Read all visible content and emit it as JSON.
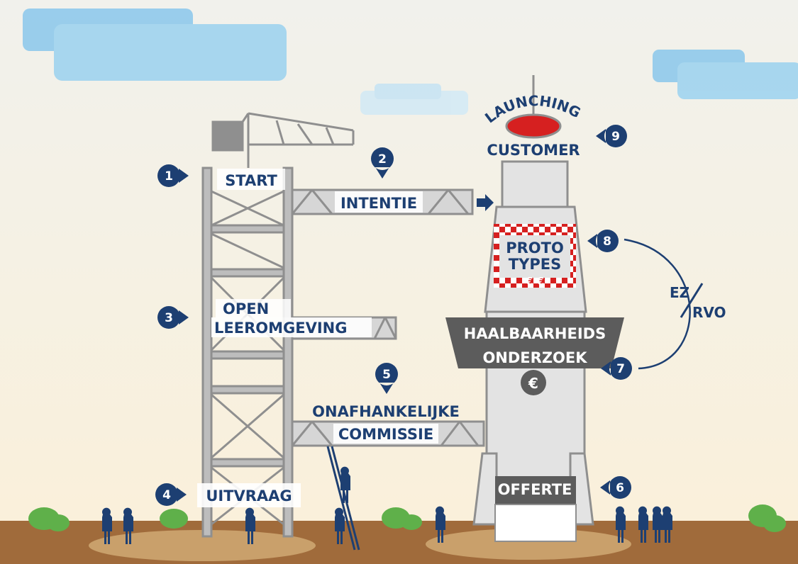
{
  "steps": [
    {
      "number": "1",
      "label": "START"
    },
    {
      "number": "2",
      "label": "INTENTIE"
    },
    {
      "number": "3",
      "label_line1": "OPEN",
      "label_line2": "LEEROMGEVING"
    },
    {
      "number": "4",
      "label": "UITVRAAG"
    },
    {
      "number": "5",
      "label_line1": "ONAFHANKELIJKE",
      "label_line2": "COMMISSIE"
    },
    {
      "number": "6",
      "label": "OFFERTE"
    },
    {
      "number": "7",
      "label_line1": "HAALBAARHEIDS",
      "label_line2": "ONDERZOEK",
      "symbol": "€"
    },
    {
      "number": "8",
      "label_line1": "PROTO",
      "label_line2": "TYPES",
      "symbol": "€ €"
    },
    {
      "number": "9",
      "label_arc": "LAUNCHING",
      "label": "CUSTOMER"
    }
  ],
  "agency": {
    "top": "EZ",
    "bottom": "RVO"
  },
  "colors": {
    "navy": "#1d3f72",
    "sky": "#8fcdf0",
    "steel": "#bdbdbd",
    "rocket": "#e3e3e3",
    "ground": "#a06b3b",
    "red": "#d62020"
  }
}
